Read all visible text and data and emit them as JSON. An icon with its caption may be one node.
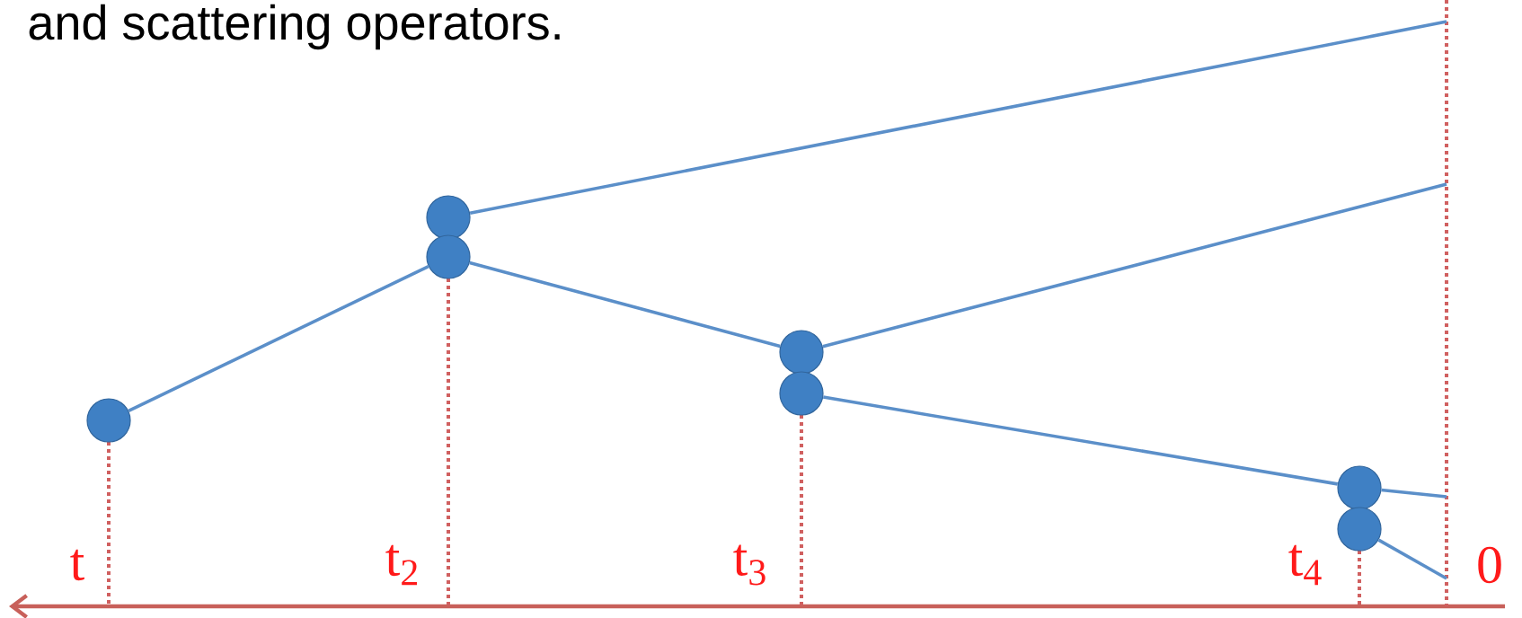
{
  "diagram": {
    "nodes": [
      {
        "text": [],
        "shape": "circle"
      },
      {
        "text": [],
        "shape": "circle"
      },
      {
        "text": [],
        "shape": "circle"
      },
      {
        "text": [],
        "shape": "circle"
      },
      {
        "text": [],
        "shape": "circle"
      },
      {
        "text": [],
        "shape": "circle"
      },
      {
        "text": [],
        "shape": "circle"
      }
    ],
    "edges": [
      {
        "from": 0,
        "to": 2,
        "arrow": "none"
      },
      {
        "from": 1,
        "to": null,
        "arrow": "none"
      },
      {
        "from": 2,
        "to": 3,
        "arrow": "none"
      },
      {
        "from": 3,
        "to": null,
        "arrow": "none"
      },
      {
        "from": 4,
        "to": 5,
        "arrow": "none"
      },
      {
        "from": 5,
        "to": null,
        "arrow": "none"
      },
      {
        "from": 6,
        "to": null,
        "arrow": "none"
      }
    ],
    "labels": [
      "and scattering operators.",
      "t",
      "t$_{2}$",
      "t$_{3}$",
      "t$_{4}$",
      "0"
    ]
  }
}
